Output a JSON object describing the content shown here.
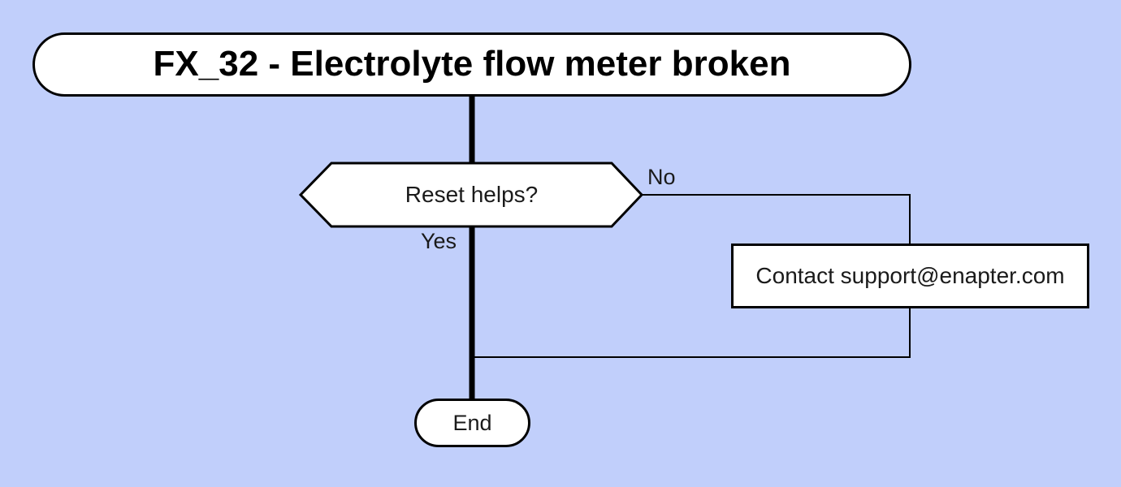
{
  "diagram": {
    "title_node": {
      "label": "FX_32 - Electrolyte flow meter broken"
    },
    "decision_node": {
      "label": "Reset helps?"
    },
    "action_node": {
      "label": "Contact support@enapter.com"
    },
    "end_node": {
      "label": "End"
    },
    "edges": {
      "no_label": "No",
      "yes_label": "Yes"
    }
  },
  "colors": {
    "background": "#c1cffb",
    "node_fill": "#ffffff",
    "stroke": "#000000",
    "text": "#1a1a1a"
  }
}
